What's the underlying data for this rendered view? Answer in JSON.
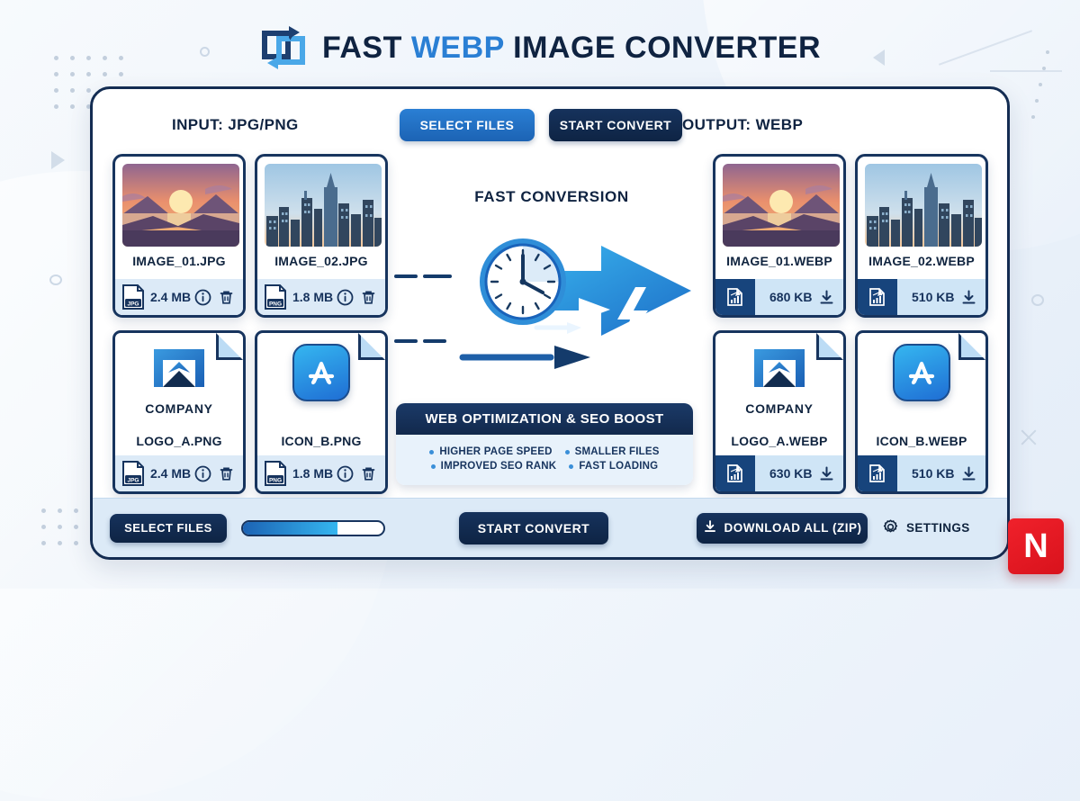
{
  "header": {
    "title_part1": "FAST ",
    "title_highlight": "WEBP",
    "title_part2": " IMAGE CONVERTER",
    "logo_icon": "convert-squares-icon",
    "accent_color": "#2a7fd4",
    "navy_color": "#0f2341"
  },
  "panel": {
    "input_label": "INPUT: JPG/PNG",
    "output_label": "OUTPUT: WEBP",
    "select_files_top": "SELECT FILES",
    "start_convert_top": "START CONVERT"
  },
  "input_files": [
    {
      "name": "IMAGE_01.JPG",
      "size": "2.4 MB",
      "badge": "JPG",
      "thumb": "sunset-landscape",
      "info_icon": "info-icon",
      "delete_icon": "trash-icon"
    },
    {
      "name": "IMAGE_02.JPG",
      "size": "1.8 MB",
      "badge": "PNG",
      "thumb": "city-skyline",
      "info_icon": "info-icon",
      "delete_icon": "trash-icon"
    },
    {
      "name": "LOGO_A.PNG",
      "size": "2.4 MB",
      "badge": "JPG",
      "thumb": "company-logo",
      "brand": "COMPANY",
      "info_icon": "info-icon",
      "delete_icon": "trash-icon"
    },
    {
      "name": "ICON_B.PNG",
      "size": "1.8 MB",
      "badge": "PNG",
      "thumb": "app-store-icon",
      "info_icon": "info-icon",
      "delete_icon": "trash-icon"
    }
  ],
  "output_files": [
    {
      "name": "IMAGE_01.WEBP",
      "size": "680 KB",
      "badge": "compress-chart-icon",
      "thumb": "sunset-landscape",
      "download_icon": "download-icon"
    },
    {
      "name": "IMAGE_02.WEBP",
      "size": "510 KB",
      "badge": "compress-chart-icon",
      "thumb": "city-skyline",
      "download_icon": "download-icon"
    },
    {
      "name": "LOGO_A.WEBP",
      "size": "630 KB",
      "badge": "compress-chart-icon",
      "thumb": "company-logo",
      "brand": "COMPANY",
      "download_icon": "download-icon"
    },
    {
      "name": "ICON_B.WEBP",
      "size": "510 KB",
      "badge": "compress-chart-icon",
      "thumb": "app-store-icon",
      "download_icon": "download-icon"
    }
  ],
  "center": {
    "fast_conversion_title": "FAST CONVERSION",
    "arrow_icon": "right-arrow-icon",
    "clock_icon": "clock-icon",
    "bolt_icon": "lightning-bolt-icon"
  },
  "seo": {
    "heading": "WEB OPTIMIZATION & SEO BOOST",
    "bullets_left": [
      "HIGHER PAGE SPEED",
      "IMPROVED SEO RANK"
    ],
    "bullets_right": [
      "SMALLER FILES",
      "FAST LOADING"
    ]
  },
  "bottom": {
    "select_files": "SELECT FILES",
    "start_convert": "START CONVERT",
    "download_all": "DOWNLOAD ALL (ZIP)",
    "download_icon": "download-icon",
    "settings": "SETTINGS",
    "settings_icon": "gear-icon",
    "progress_percent": 67
  },
  "watermark": {
    "letter": "N",
    "color": "#e4121c"
  }
}
